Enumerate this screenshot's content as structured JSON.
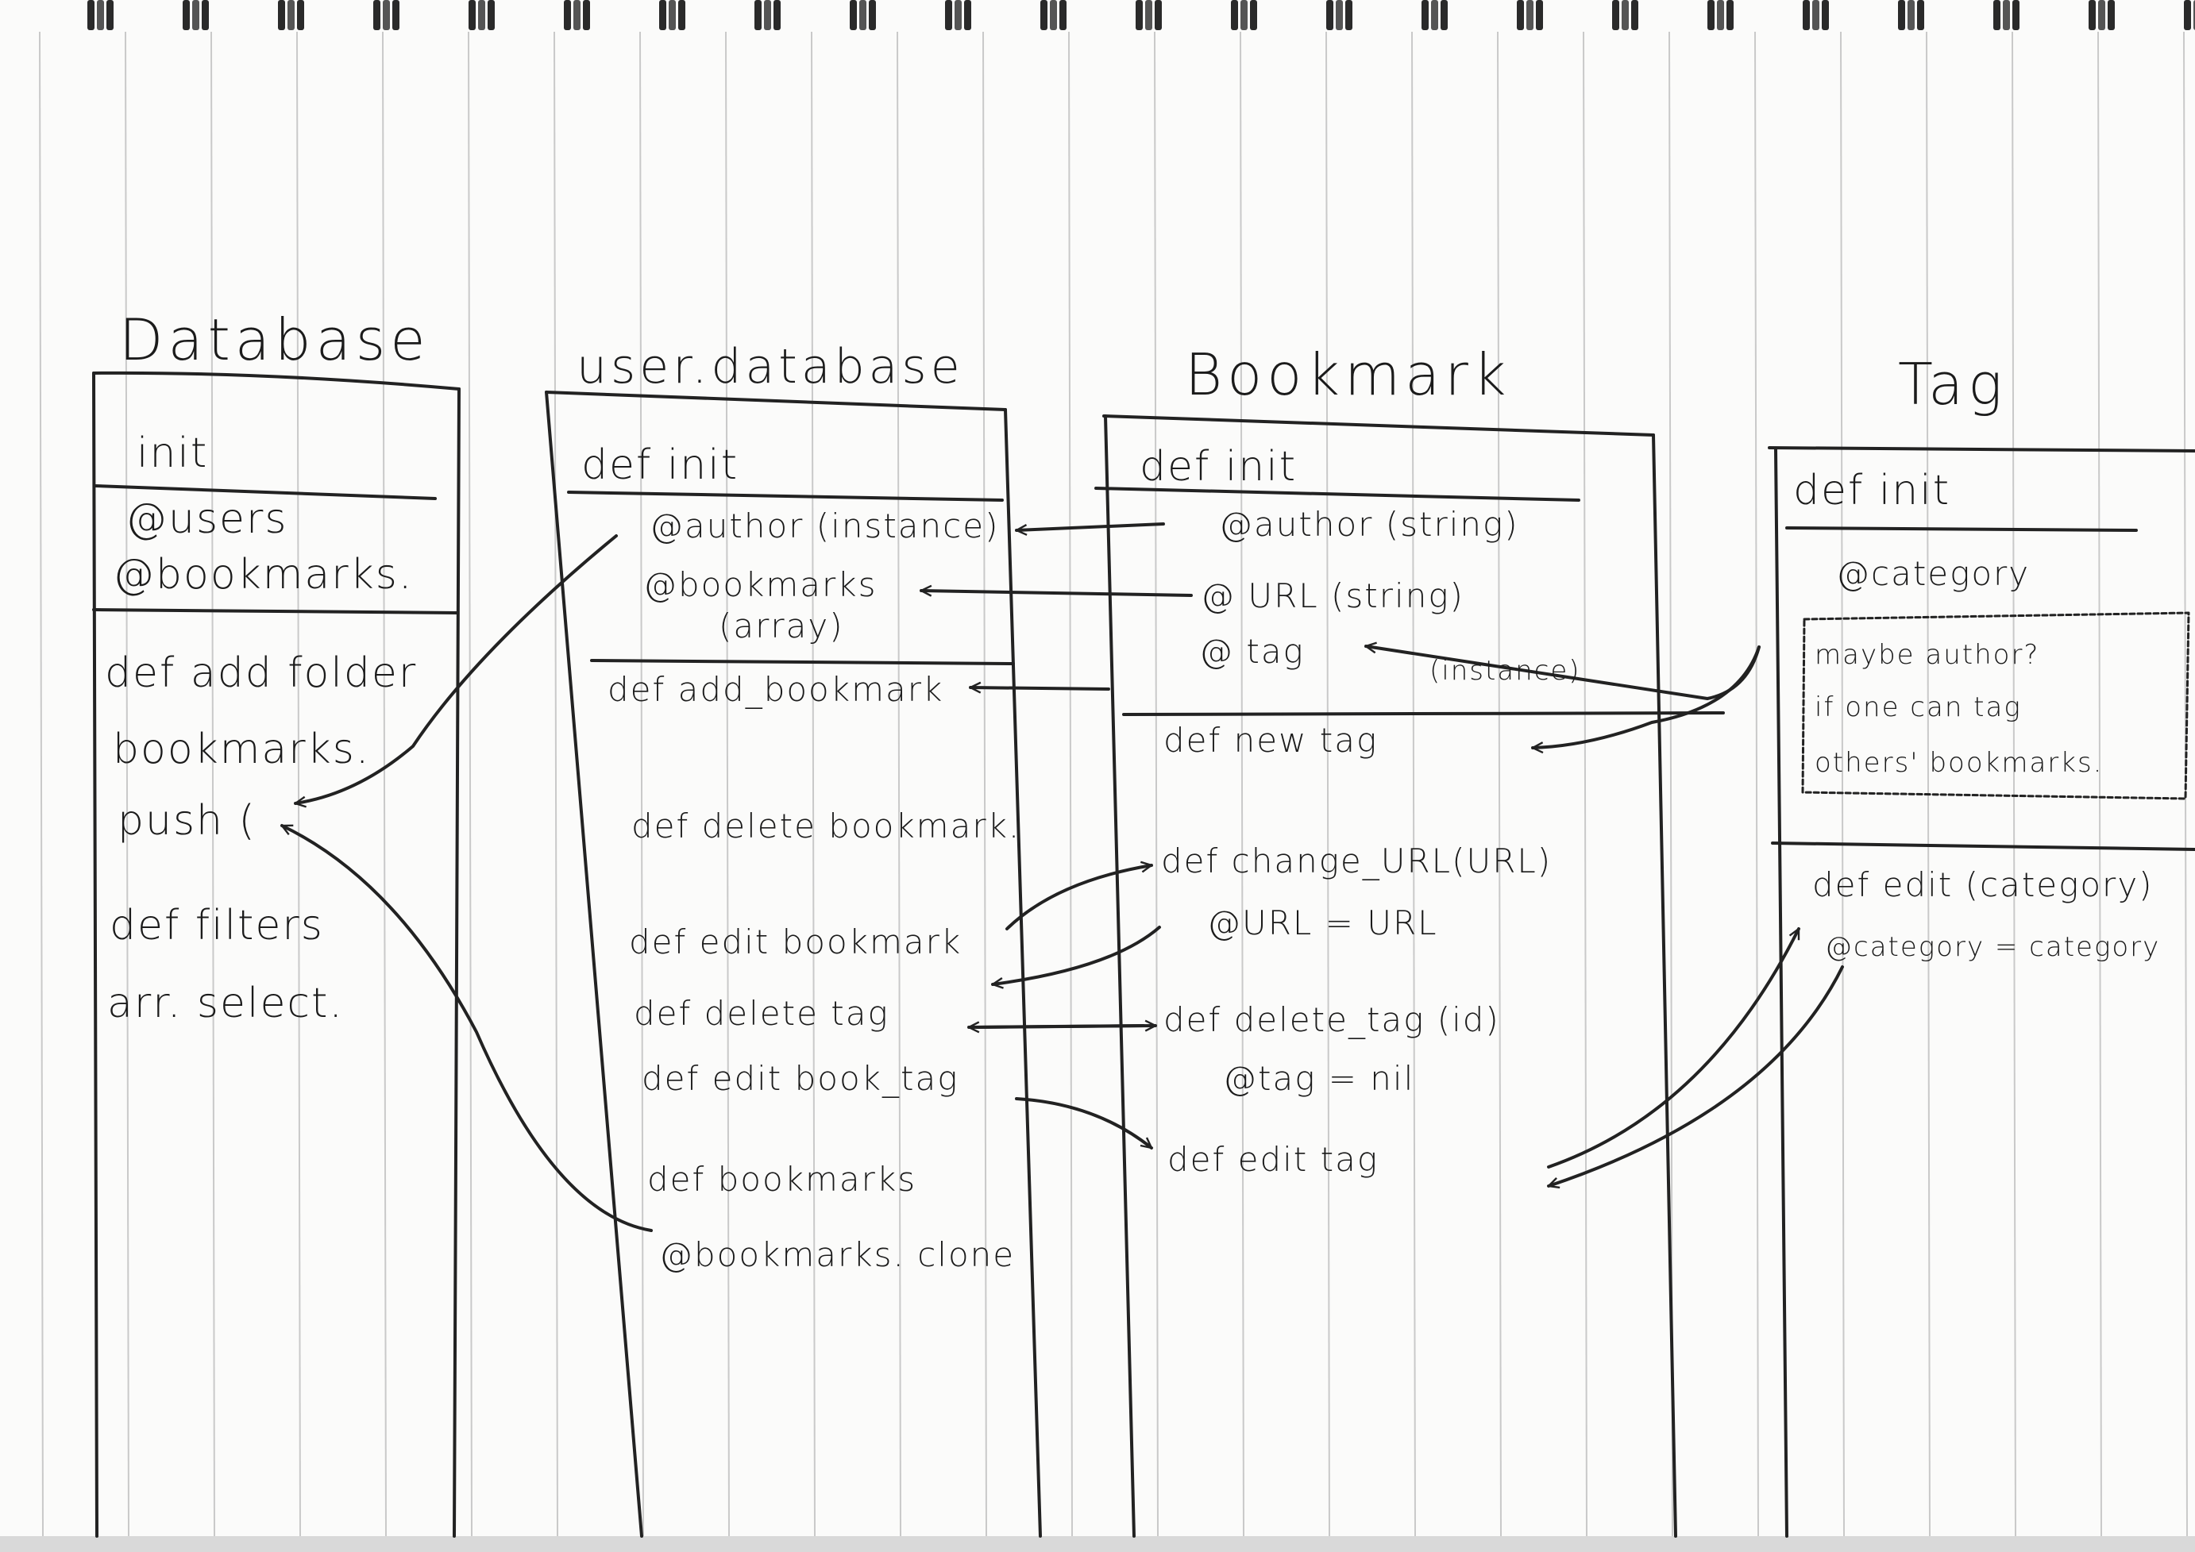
{
  "classes": [
    {
      "title": "Database",
      "init_label": "init",
      "attributes": [
        "@users",
        "@bookmarks."
      ],
      "methods": [
        "def add folder",
        "bookmarks.",
        "push (",
        "def filters",
        "arr. select."
      ]
    },
    {
      "title": "user.database",
      "init_label": "def init",
      "attributes": [
        "@author (instance)",
        "@bookmarks",
        "(array)"
      ],
      "methods": [
        "def add_bookmark",
        "def delete bookmark.",
        "def edit bookmark",
        "def delete tag",
        "def edit book_tag",
        "def bookmarks",
        "@bookmarks. clone"
      ]
    },
    {
      "title": "Bookmark",
      "init_label": "def init",
      "attributes": [
        "@author (string)",
        "@ URL (string)",
        "@ tag",
        "(instance)"
      ],
      "methods": [
        "def new tag",
        "def change_URL(URL)",
        "@URL = URL",
        "def delete_tag (id)",
        "@tag = nil",
        "def edit tag"
      ]
    },
    {
      "title": "Tag",
      "init_label": "def init",
      "attributes": [
        "@category"
      ],
      "note": [
        "maybe author?",
        "if one can tag",
        "others' bookmarks."
      ],
      "methods": [
        "def edit (category)",
        "@category = category"
      ]
    }
  ]
}
